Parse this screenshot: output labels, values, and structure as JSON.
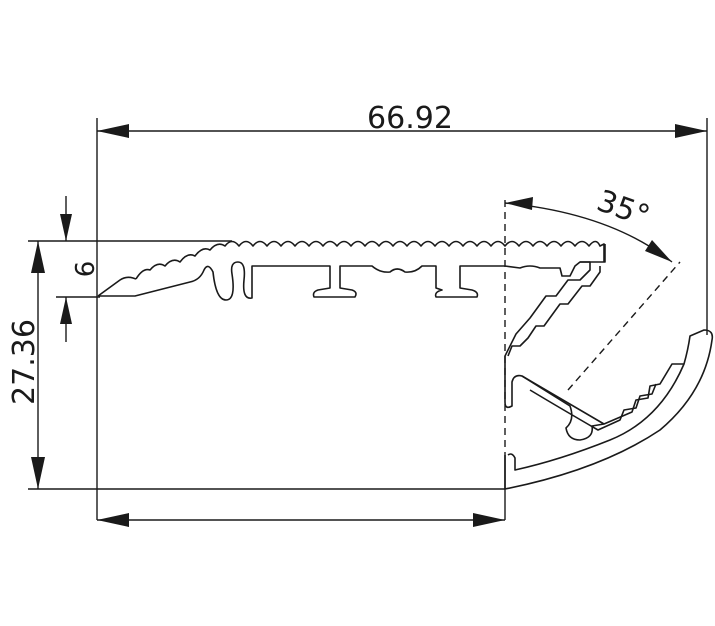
{
  "dimensions": {
    "overall_width": "66.92",
    "overall_height": "27.36",
    "tread_thickness": "6",
    "angle": "35°"
  }
}
